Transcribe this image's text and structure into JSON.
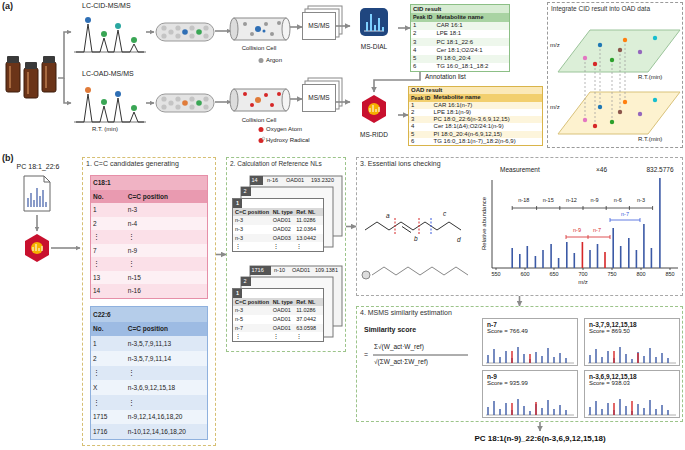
{
  "diagram": {
    "nodes": [
      {
        "text": [
          "Collision Cell"
        ]
      },
      {
        "text": [
          "MS/MS"
        ]
      },
      {
        "text": [
          "MS-DIAL"
        ]
      },
      {
        "text": [
          "CID result",
          "Peak ID",
          "Metabolite name",
          "1",
          "CAR 16:1",
          "2",
          "LPE 18:1",
          "3",
          "PC 18:1_22:6",
          "4",
          "Cer 18:1;O2/24:1",
          "5",
          "PI 18:0_20:4",
          "6",
          "TG 16:0_18:1_18:2"
        ]
      },
      {
        "text": [
          "Collision Cell"
        ]
      },
      {
        "text": [
          "MS/MS"
        ]
      },
      {
        "text": [
          "MS-RIDD"
        ]
      },
      {
        "text": [
          "OAD result",
          "Peak ID",
          "Metabolite name",
          "1",
          "CAR 16:1(n-7)",
          "2",
          "LPE 18:1(n-9)",
          "3",
          "PC 18:0_22:6(n-3,6,9,12,15)",
          "4",
          "Cer 18:1(Δ4);O2/24:1(n-9)",
          "5",
          "PI 18:0_20:4(n-6,9,12,15)",
          "6",
          "TG 16:0_18:1(n-7)_18:2(n-6,9)"
        ]
      },
      {
        "text": [
          "Integrate CID result into OAD data"
        ]
      },
      {
        "text": [
          "PC 18:1_22:6"
        ]
      },
      {
        "text": [
          "1. C=C candidates generating"
        ]
      },
      {
        "text": [
          "C18:1",
          "No.",
          "C=C position",
          "1",
          "n-3",
          "2",
          "n-4",
          "⋮",
          "⋮",
          "7",
          "n-9",
          "⋮",
          "⋮",
          "13",
          "n-15",
          "14",
          "n-16"
        ],
        "in": 10
      },
      {
        "text": [
          "C22:6",
          "No.",
          "C=C position",
          "1",
          "n-3,5,7,9,11,13",
          "2",
          "n-3,5,7,9,11,14",
          "⋮",
          "⋮",
          "X",
          "n-3,6,9,12,15,18",
          "⋮",
          "⋮",
          "1715",
          "n-9,12,14,16,18,20",
          "1716",
          "n-10,12,14,16,18,20"
        ],
        "in": 10
      },
      {
        "text": [
          "2. Calculation of Reference NLs"
        ]
      },
      {
        "text": [
          "1",
          "C=C position",
          "NL type",
          "Ref. NL",
          "n-3",
          "OAD01",
          "11.0286",
          "n-3",
          "OAD02",
          "12.0364",
          "n-3",
          "OAD03",
          "13.0442",
          "⋮",
          "⋮",
          "⋮"
        ],
        "in": 13
      },
      {
        "text": [
          "1",
          "C=C position",
          "NL type",
          "Ref. NL",
          "n-3",
          "OAD01",
          "11.0286",
          "n-5",
          "OAD01",
          "37.0442",
          "n-7",
          "OAD01",
          "63.0598",
          "⋮",
          "⋮",
          "⋮"
        ],
        "in": 13
      },
      {
        "text": [
          "3. Essential ions checking"
        ]
      },
      {
        "text": [
          "4. MSMS similarity estimation"
        ]
      },
      {
        "text": [
          "n-7",
          "Score = 766.49"
        ],
        "in": 17
      },
      {
        "text": [
          "n-3,7,9,12,15,18",
          "Score = 869.50"
        ],
        "in": 17
      },
      {
        "text": [
          "n-9",
          "Score = 935.99"
        ],
        "in": 17
      },
      {
        "text": [
          "n-3,6,9,12,15,18",
          "Score = 938.03"
        ],
        "in": 17
      },
      {
        "text": [
          "PC 18:1(n-9)_22:6(n-3,6,9,12,15,18)"
        ]
      }
    ],
    "edges": [
      {
        "from": 0,
        "to": 1,
        "arrow": "to"
      },
      {
        "from": 1,
        "to": 2,
        "arrow": "to"
      },
      {
        "from": 2,
        "to": 3,
        "arrow": "to"
      },
      {
        "from": 3,
        "to": 6,
        "label": "Annotation list",
        "arrow": "to"
      },
      {
        "from": 4,
        "to": 5,
        "arrow": "to"
      },
      {
        "from": 5,
        "to": 6,
        "arrow": "to"
      },
      {
        "from": 6,
        "to": 7,
        "arrow": "to"
      },
      {
        "from": 10,
        "to": 13,
        "arrow": "to"
      },
      {
        "from": 13,
        "to": 16,
        "arrow": "to"
      },
      {
        "from": 16,
        "to": 17,
        "arrow": "to"
      },
      {
        "from": 17,
        "to": 22,
        "arrow": "to"
      }
    ],
    "labels": [
      "(a)",
      "LC-CID-MS/MS",
      "Argon",
      "LC-OAD-MS/MS",
      "R.T. (min)",
      "Oxygen Atom",
      "Hydroxy Radical",
      "m/z",
      "R.T.(min)",
      "m/z",
      "R.T.(min)",
      "(b)",
      "14",
      "n-16",
      "OAD01",
      "193.2320",
      "2",
      "1716",
      "n-10",
      "OAD01",
      "109.1381",
      "2",
      "Measurement",
      "×46",
      "832.5776",
      "Relative abundance",
      "m/z",
      "550",
      "600",
      "650",
      "700",
      "750",
      "800",
      "850",
      "n-18",
      "n-15",
      "n-12",
      "n-9",
      "n-6",
      "n-3",
      "n-7",
      "n-9",
      "n-7",
      "a",
      "b",
      "c",
      "d",
      "Similarity score",
      "=",
      "Σ√(W_act·W_ref)",
      "√(ΣW_act·ΣW_ref)"
    ]
  }
}
